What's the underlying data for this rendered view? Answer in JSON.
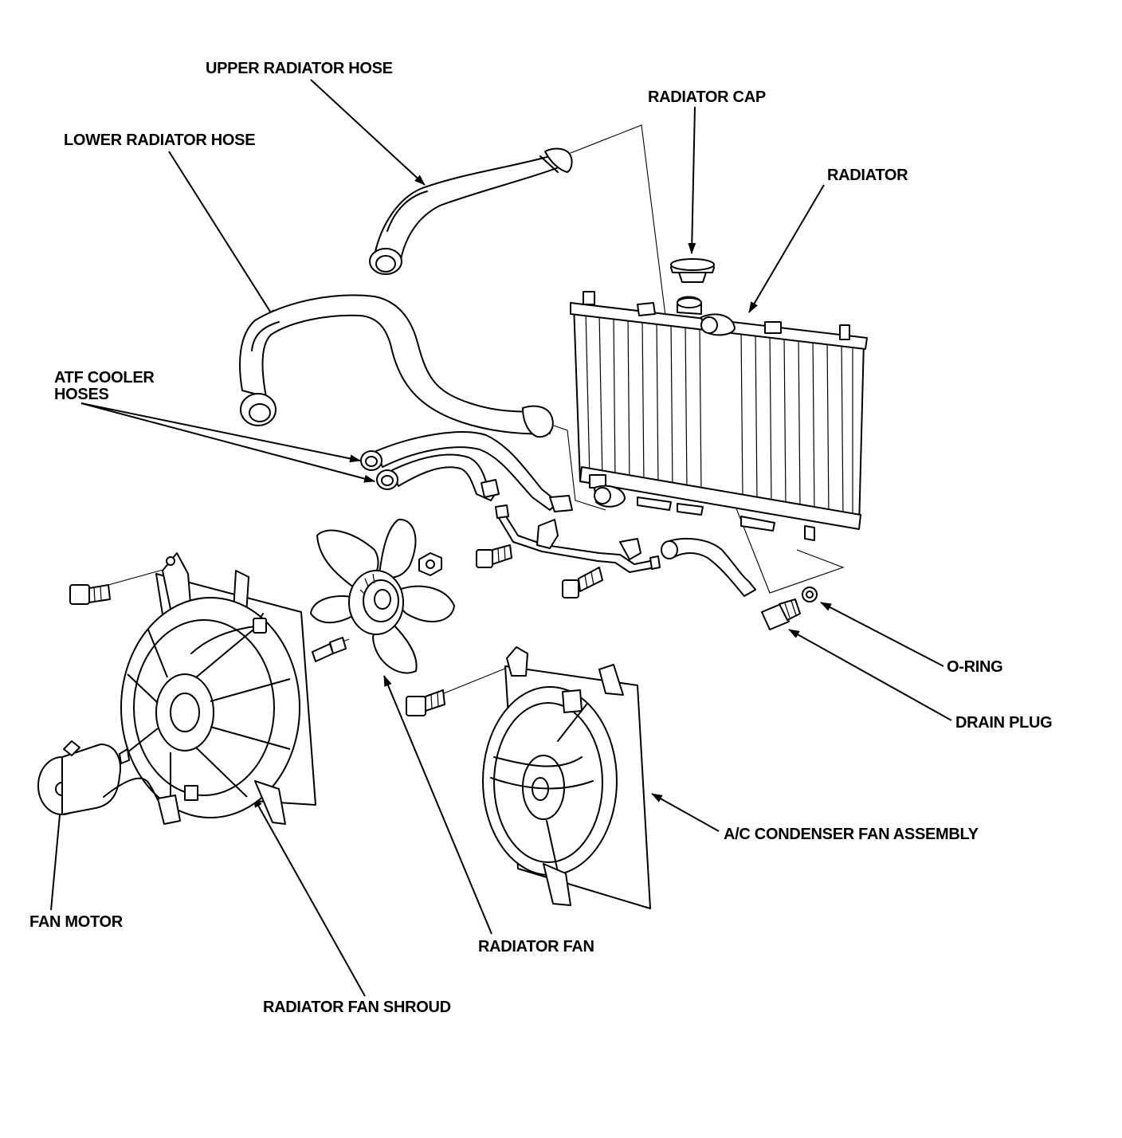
{
  "labels": {
    "upper_radiator_hose": "UPPER RADIATOR HOSE",
    "lower_radiator_hose": "LOWER RADIATOR HOSE",
    "radiator_cap": "RADIATOR CAP",
    "radiator": "RADIATOR",
    "atf_cooler_hoses_line1": "ATF COOLER",
    "atf_cooler_hoses_line2": "HOSES",
    "o_ring": "O-RING",
    "drain_plug": "DRAIN PLUG",
    "ac_condenser_fan_assembly": "A/C CONDENSER FAN ASSEMBLY",
    "fan_motor": "FAN MOTOR",
    "radiator_fan": "RADIATOR FAN",
    "radiator_fan_shroud": "RADIATOR FAN SHROUD"
  },
  "colors": {
    "ink": "#000000",
    "paper": "#ffffff"
  }
}
